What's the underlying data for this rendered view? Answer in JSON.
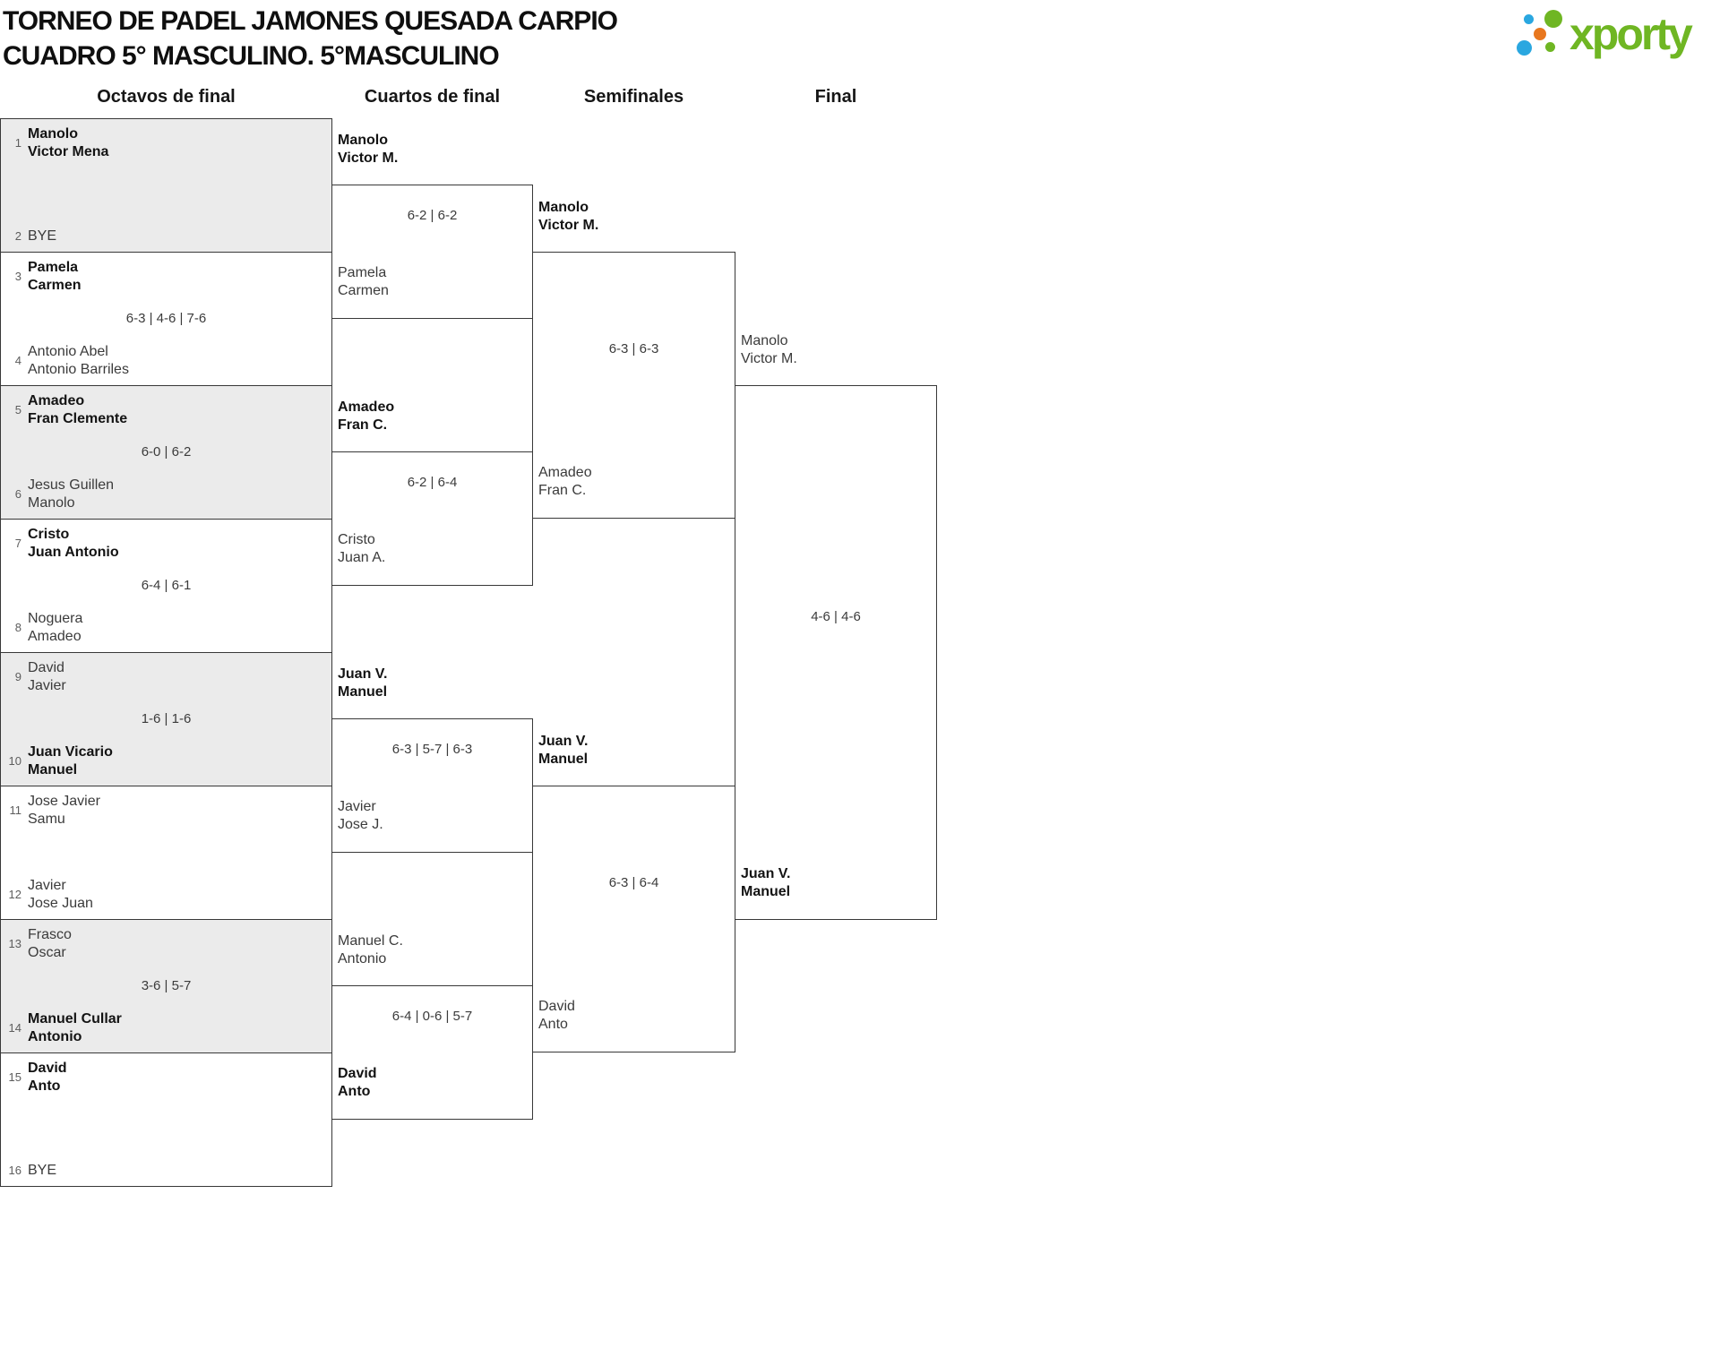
{
  "title": {
    "line1": "TORNEO DE PADEL JAMONES QUESADA CARPIO",
    "line2": "CUADRO 5° MASCULINO. 5°MASCULINO"
  },
  "logo": {
    "text": "xporty",
    "green": "#6fb623",
    "blue": "#2aa7e0",
    "orange": "#e8771e"
  },
  "round_headers": [
    "Octavos de final",
    "Cuartos de final",
    "Semifinales",
    "Final"
  ],
  "octavos": [
    {
      "seed_top": "1",
      "top": [
        "Manolo",
        "Victor Mena"
      ],
      "top_winner": true,
      "seed_bottom": "2",
      "bottom": [
        "BYE"
      ],
      "bottom_winner": false,
      "score": ""
    },
    {
      "seed_top": "3",
      "top": [
        "Pamela",
        "Carmen"
      ],
      "top_winner": true,
      "seed_bottom": "4",
      "bottom": [
        "Antonio Abel",
        "Antonio Barriles"
      ],
      "bottom_winner": false,
      "score": "6-3 | 4-6 | 7-6"
    },
    {
      "seed_top": "5",
      "top": [
        "Amadeo",
        "Fran Clemente"
      ],
      "top_winner": true,
      "seed_bottom": "6",
      "bottom": [
        "Jesus Guillen",
        "Manolo"
      ],
      "bottom_winner": false,
      "score": "6-0 | 6-2"
    },
    {
      "seed_top": "7",
      "top": [
        "Cristo",
        "Juan Antonio"
      ],
      "top_winner": true,
      "seed_bottom": "8",
      "bottom": [
        "Noguera",
        "Amadeo"
      ],
      "bottom_winner": false,
      "score": "6-4 | 6-1"
    },
    {
      "seed_top": "9",
      "top": [
        "David",
        "Javier"
      ],
      "top_winner": false,
      "seed_bottom": "10",
      "bottom": [
        "Juan Vicario",
        "Manuel"
      ],
      "bottom_winner": true,
      "score": "1-6 | 1-6"
    },
    {
      "seed_top": "11",
      "top": [
        "Jose Javier",
        "Samu"
      ],
      "top_winner": false,
      "seed_bottom": "12",
      "bottom": [
        "Javier",
        "Jose Juan"
      ],
      "bottom_winner": false,
      "score": ""
    },
    {
      "seed_top": "13",
      "top": [
        "Frasco",
        "Oscar"
      ],
      "top_winner": false,
      "seed_bottom": "14",
      "bottom": [
        "Manuel Cullar",
        "Antonio"
      ],
      "bottom_winner": true,
      "score": "3-6 | 5-7"
    },
    {
      "seed_top": "15",
      "top": [
        "David",
        "Anto"
      ],
      "top_winner": true,
      "seed_bottom": "16",
      "bottom": [
        "BYE"
      ],
      "bottom_winner": false,
      "score": ""
    }
  ],
  "cuartos": [
    {
      "top": [
        "Manolo",
        "Victor M."
      ],
      "top_winner": true,
      "bottom": [
        "Pamela",
        "Carmen"
      ],
      "bottom_winner": false,
      "score": "6-2 | 6-2"
    },
    {
      "top": [
        "Amadeo",
        "Fran C."
      ],
      "top_winner": true,
      "bottom": [
        "Cristo",
        "Juan A."
      ],
      "bottom_winner": false,
      "score": "6-2 | 6-4"
    },
    {
      "top": [
        "Juan V.",
        "Manuel"
      ],
      "top_winner": true,
      "bottom": [
        "Javier",
        "Jose J."
      ],
      "bottom_winner": false,
      "score": "6-3 | 5-7 | 6-3"
    },
    {
      "top": [
        "Manuel C.",
        "Antonio"
      ],
      "top_winner": false,
      "bottom": [
        "David",
        "Anto"
      ],
      "bottom_winner": true,
      "score": "6-4 | 0-6 | 5-7"
    }
  ],
  "semifinales": [
    {
      "top": [
        "Manolo",
        "Victor M."
      ],
      "top_winner": true,
      "bottom": [
        "Amadeo",
        "Fran C."
      ],
      "bottom_winner": false,
      "score": "6-3 | 6-3"
    },
    {
      "top": [
        "Juan V.",
        "Manuel"
      ],
      "top_winner": true,
      "bottom": [
        "David",
        "Anto"
      ],
      "bottom_winner": false,
      "score": "6-3 | 6-4"
    }
  ],
  "final": {
    "top": [
      "Manolo",
      "Victor M."
    ],
    "top_winner": false,
    "bottom": [
      "Juan V.",
      "Manuel"
    ],
    "bottom_winner": true,
    "score": "4-6 | 4-6"
  }
}
